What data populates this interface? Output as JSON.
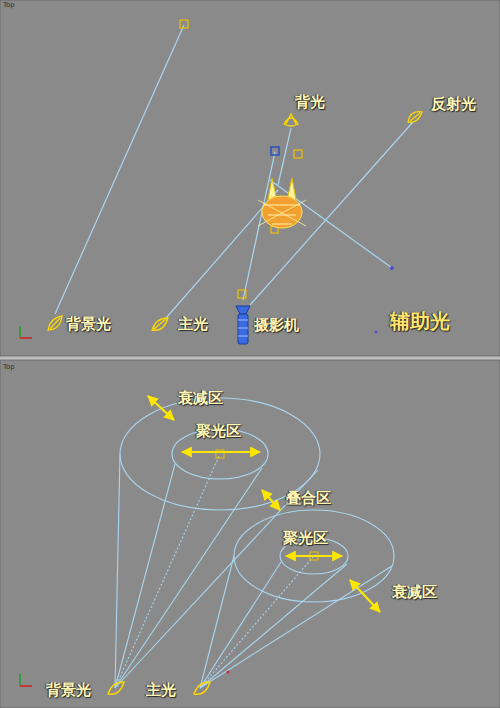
{
  "diagram": {
    "labels": [
      "Top",
      "背光",
      "反射光",
      "背景光",
      "主光",
      "摄影机",
      "辅助光",
      "Top",
      "衰减区",
      "聚光区",
      "叠合区",
      "聚光区",
      "衰减区",
      "背景光",
      "主光"
    ]
  }
}
